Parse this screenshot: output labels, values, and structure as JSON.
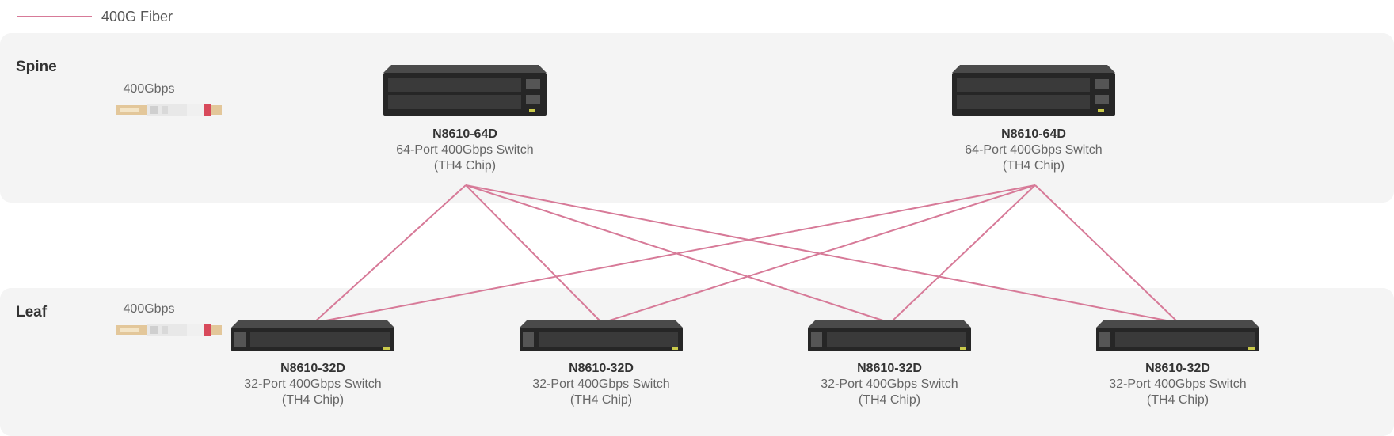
{
  "legend": {
    "label": "400G Fiber",
    "color": "#d77a98"
  },
  "tiers": {
    "spine": {
      "label": "Spine",
      "speed": "400Gbps"
    },
    "leaf": {
      "label": "Leaf",
      "speed": "400Gbps"
    }
  },
  "spines": [
    {
      "model": "N8610-64D",
      "desc": "64-Port 400Gbps Switch",
      "chip": "(TH4 Chip)"
    },
    {
      "model": "N8610-64D",
      "desc": "64-Port 400Gbps Switch",
      "chip": "(TH4 Chip)"
    }
  ],
  "leaves": [
    {
      "model": "N8610-32D",
      "desc": "32-Port 400Gbps Switch",
      "chip": "(TH4 Chip)"
    },
    {
      "model": "N8610-32D",
      "desc": "32-Port 400Gbps Switch",
      "chip": "(TH4 Chip)"
    },
    {
      "model": "N8610-32D",
      "desc": "32-Port 400Gbps Switch",
      "chip": "(TH4 Chip)"
    },
    {
      "model": "N8610-32D",
      "desc": "32-Port 400Gbps Switch",
      "chip": "(TH4 Chip)"
    }
  ],
  "links": [
    {
      "from": "spine-0",
      "to": "leaf-0"
    },
    {
      "from": "spine-0",
      "to": "leaf-1"
    },
    {
      "from": "spine-0",
      "to": "leaf-2"
    },
    {
      "from": "spine-0",
      "to": "leaf-3"
    },
    {
      "from": "spine-1",
      "to": "leaf-0"
    },
    {
      "from": "spine-1",
      "to": "leaf-1"
    },
    {
      "from": "spine-1",
      "to": "leaf-2"
    },
    {
      "from": "spine-1",
      "to": "leaf-3"
    }
  ]
}
